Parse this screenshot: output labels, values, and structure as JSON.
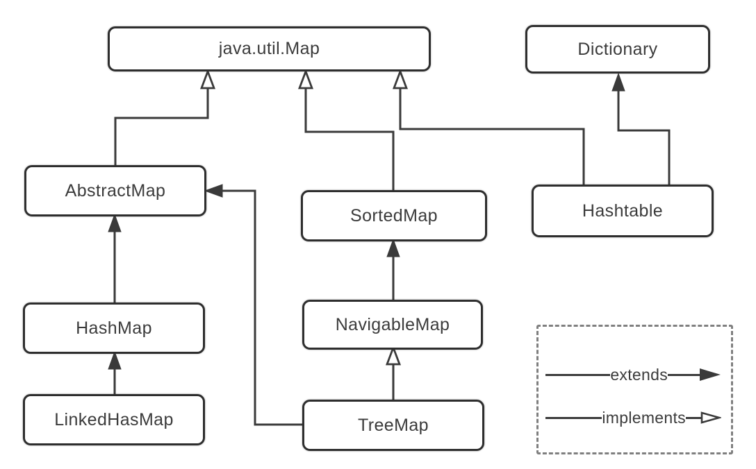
{
  "nodes": {
    "map": {
      "label": "java.util.Map"
    },
    "dictionary": {
      "label": "Dictionary"
    },
    "abstractmap": {
      "label": "AbstractMap"
    },
    "sortedmap": {
      "label": "SortedMap"
    },
    "hashtable": {
      "label": "Hashtable"
    },
    "hashmap": {
      "label": "HashMap"
    },
    "navigablemap": {
      "label": "NavigableMap"
    },
    "linkedhasmap": {
      "label": "LinkedHasMap"
    },
    "treemap": {
      "label": "TreeMap"
    }
  },
  "edges": [
    {
      "from": "AbstractMap",
      "to": "java.util.Map",
      "type": "implements"
    },
    {
      "from": "SortedMap",
      "to": "java.util.Map",
      "type": "implements"
    },
    {
      "from": "Hashtable",
      "to": "java.util.Map",
      "type": "implements"
    },
    {
      "from": "Hashtable",
      "to": "Dictionary",
      "type": "extends"
    },
    {
      "from": "HashMap",
      "to": "AbstractMap",
      "type": "extends"
    },
    {
      "from": "LinkedHasMap",
      "to": "HashMap",
      "type": "extends"
    },
    {
      "from": "NavigableMap",
      "to": "SortedMap",
      "type": "extends"
    },
    {
      "from": "TreeMap",
      "to": "NavigableMap",
      "type": "implements"
    },
    {
      "from": "TreeMap",
      "to": "AbstractMap",
      "type": "extends"
    }
  ],
  "legend": {
    "extends_label": "extends",
    "implements_label": "implements"
  },
  "colors": {
    "line": "#3a3a3a",
    "node_border": "#2e2e2e",
    "text": "#3b3b3b",
    "legend_border": "#7f7f7f",
    "background": "#ffffff"
  }
}
